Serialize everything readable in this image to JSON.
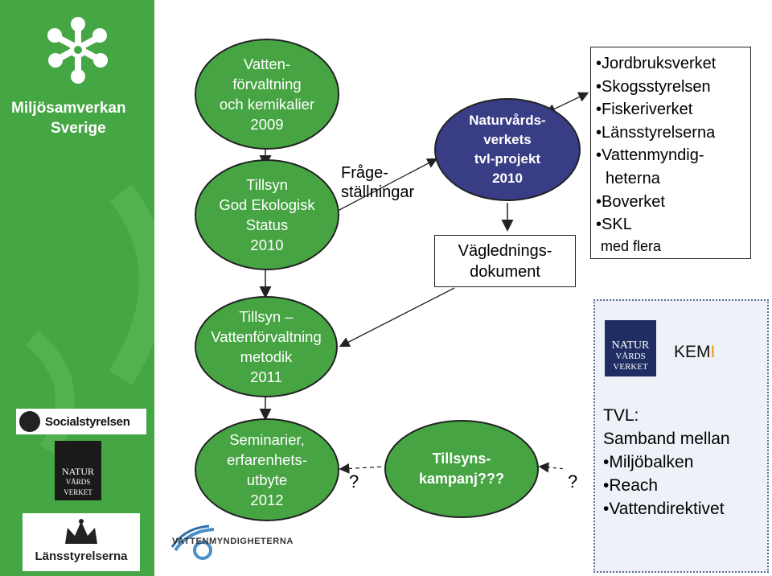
{
  "sidebar": {
    "brand_line1": "Miljösamverkan",
    "brand_line2": "Sverige",
    "socialstyrelsen": "Socialstyrelsen",
    "naturvardsverket": [
      "NATUR",
      "VÅRDS",
      "VERKET"
    ],
    "lansstyrelserna": "Länsstyrelserna"
  },
  "nodes": {
    "vattenforvaltning": [
      "Vatten-",
      "förvaltning",
      "och kemikalier",
      "2009"
    ],
    "tillsyn_ekologisk": [
      "Tillsyn",
      "God Ekologisk",
      "Status",
      "2010"
    ],
    "tillsyn_vattenforvaltning": [
      "Tillsyn –",
      "Vattenförvaltning",
      "metodik",
      "2011"
    ],
    "seminarier": [
      "Seminarier,",
      "erfarenhets-",
      "utbyte",
      "2012"
    ],
    "naturvardsverkets": [
      "Naturvårds-",
      "verkets",
      "tvl-projekt",
      "2010"
    ],
    "tillsynskampanj": [
      "Tillsyns-",
      "kampanj???"
    ]
  },
  "fragestallningar": [
    "Fråge-",
    "ställningar"
  ],
  "vagledning": [
    "Väglednings-",
    "dokument"
  ],
  "question_mark_left": "?",
  "question_mark_right": "?",
  "agencies": {
    "items": [
      "Jordbruksverket",
      "Skogsstyrelsen",
      "Fiskeriverket",
      "Länsstyrelserna",
      "Vattenmyndig-",
      "heterna",
      "Boverket",
      "SKL"
    ],
    "footer": "med flera"
  },
  "tvl_box": {
    "logo": [
      "NATUR",
      "VÅRDS",
      "VERKET"
    ],
    "kemi_main": "KEM",
    "kemi_accent": "I",
    "title": "TVL:",
    "subtitle": "Samband mellan",
    "items": [
      "Miljöbalken",
      "Reach",
      "Vattendirektivet"
    ]
  },
  "footer_logo": "VATTENMYNDIGHETERNA",
  "colors": {
    "green": "#46a443",
    "navy": "#393d85",
    "tvl_bg": "#eef1f8",
    "kemi_accent": "#f39200"
  }
}
